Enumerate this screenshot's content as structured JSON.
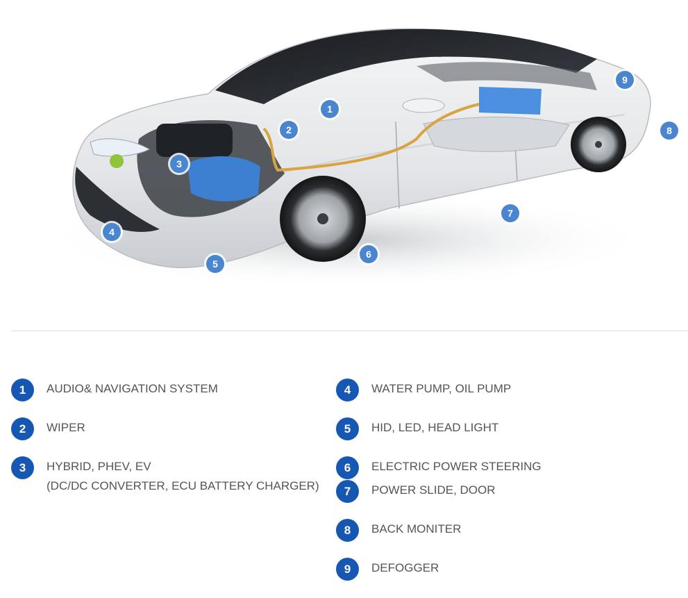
{
  "figure": {
    "markers": [
      "1",
      "2",
      "3",
      "4",
      "5",
      "6",
      "7",
      "8",
      "9"
    ],
    "colors": {
      "marker": "#4a86cf",
      "legend_badge": "#1557b3",
      "text": "#555555"
    }
  },
  "legend": [
    {
      "num": "1",
      "label": "AUDIO& NAVIGATION SYSTEM"
    },
    {
      "num": "2",
      "label": "WIPER"
    },
    {
      "num": "3",
      "label": "HYBRID, PHEV, EV",
      "sub": "(DC/DC CONVERTER, ECU BATTERY CHARGER)"
    },
    {
      "num": "4",
      "label": "WATER PUMP, OIL PUMP"
    },
    {
      "num": "5",
      "label": "HID, LED, HEAD LIGHT"
    },
    {
      "num": "6",
      "label": "ELECTRIC POWER STEERING"
    },
    {
      "num": "7",
      "label": "POWER SLIDE, DOOR"
    },
    {
      "num": "8",
      "label": "BACK MONITER"
    },
    {
      "num": "9",
      "label": "DEFOGGER"
    }
  ]
}
